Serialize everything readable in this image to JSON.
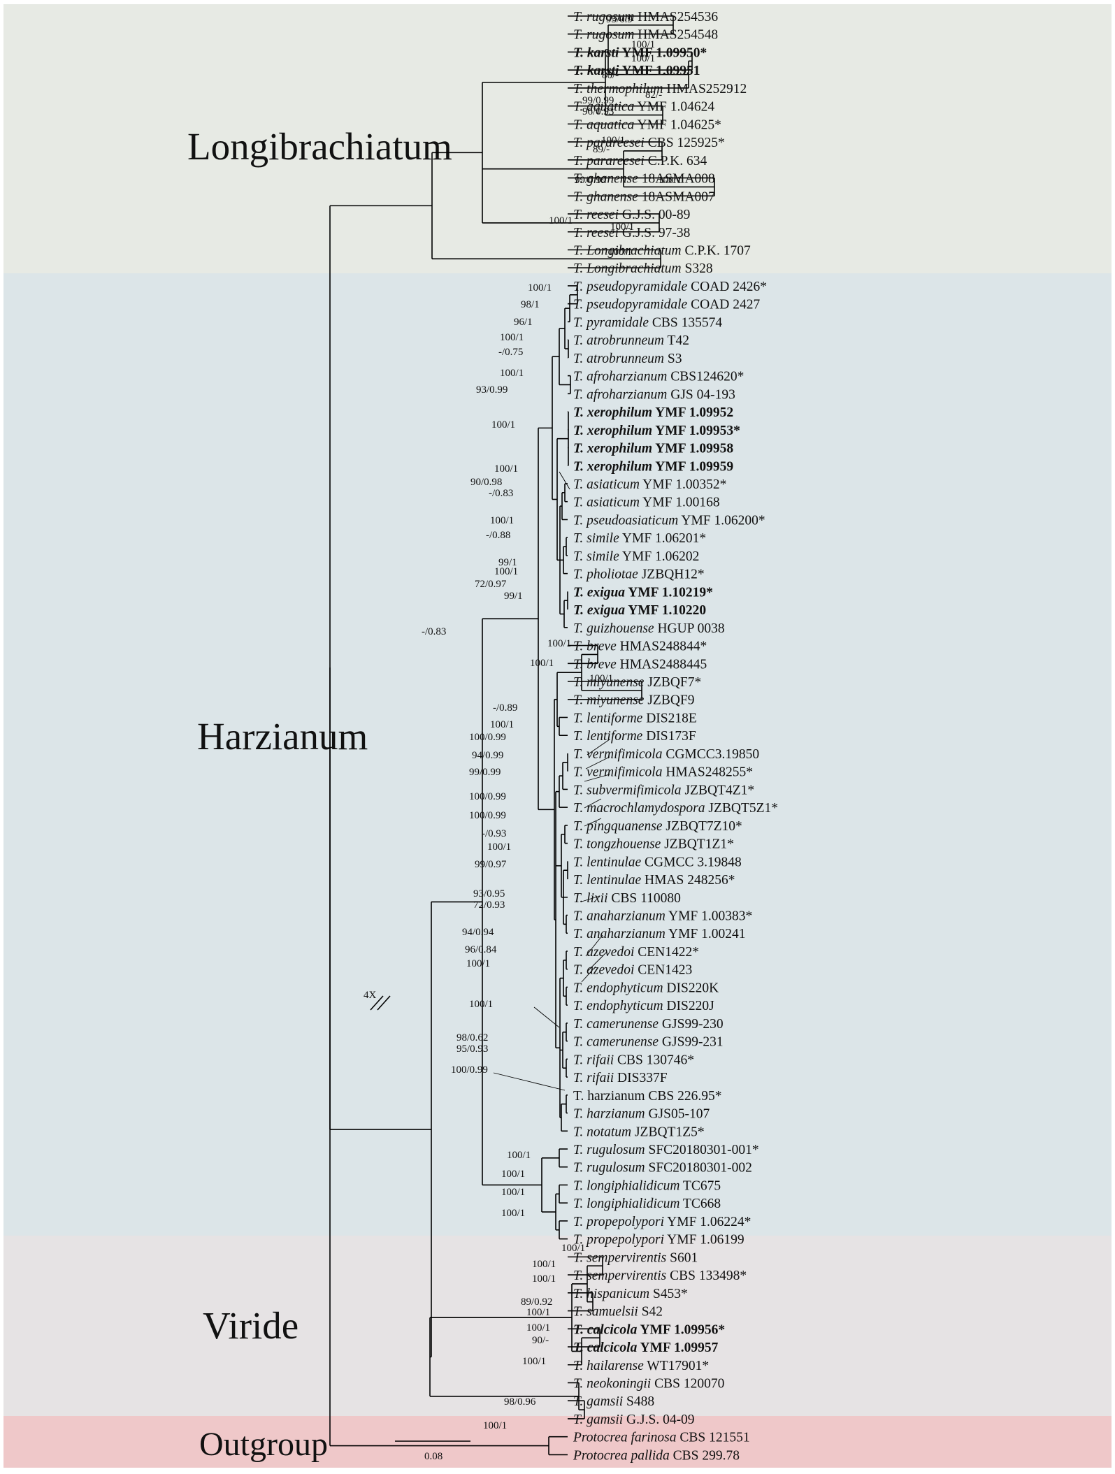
{
  "colors": {
    "background": "#ffffff",
    "longibrachiatum": "#e7eae4",
    "harzianum": "#dce5e8",
    "viride": "#e6e3e4",
    "outgroup": "#efc8c9"
  },
  "clades": [
    {
      "key": "longibrachiatum",
      "label": "Longibrachiatum"
    },
    {
      "key": "harzianum",
      "label": "Harzianum"
    },
    {
      "key": "viride",
      "label": "Viride"
    },
    {
      "key": "outgroup",
      "label": "Outgroup"
    }
  ],
  "taxa": [
    {
      "genus": "T.",
      "species": "rugosum",
      "strain": "HMAS254536",
      "bold": false
    },
    {
      "genus": "T.",
      "species": "rugosum",
      "strain": "HMAS254548",
      "bold": false
    },
    {
      "genus": "T.",
      "species": "karsti",
      "strain": "YMF 1.09950*",
      "bold": true
    },
    {
      "genus": "T.",
      "species": "karsti",
      "strain": "YMF 1.09951",
      "bold": true
    },
    {
      "genus": "T.",
      "species": "thermophilum",
      "strain": "HMAS252912",
      "bold": false
    },
    {
      "genus": "T.",
      "species": "aquatica",
      "strain": "YMF 1.04624",
      "bold": false
    },
    {
      "genus": "T.",
      "species": "aquatica",
      "strain": "YMF 1.04625*",
      "bold": false
    },
    {
      "genus": "T.",
      "species": "parareesei",
      "strain": "CBS 125925*",
      "bold": false
    },
    {
      "genus": "T.",
      "species": "parareesei",
      "strain": "C.P.K. 634",
      "bold": false
    },
    {
      "genus": "T.",
      "species": "ghanense",
      "strain": "18ASMA008",
      "bold": false
    },
    {
      "genus": "T.",
      "species": "ghanense",
      "strain": "18ASMA007",
      "bold": false
    },
    {
      "genus": "T.",
      "species": "reesei",
      "strain": "G.J.S. 00-89",
      "bold": false
    },
    {
      "genus": "T.",
      "species": "reesei",
      "strain": "G.J.S. 97-38",
      "bold": false
    },
    {
      "genus": "T.",
      "species": "Longibrachiatum",
      "strain": "C.P.K. 1707",
      "bold": false
    },
    {
      "genus": "T.",
      "species": "Longibrachiatum",
      "strain": "S328",
      "bold": false
    },
    {
      "genus": "T.",
      "species": "pseudopyramidale",
      "strain": "COAD 2426*",
      "bold": false
    },
    {
      "genus": "T.",
      "species": "pseudopyramidale",
      "strain": "COAD 2427",
      "bold": false
    },
    {
      "genus": "T.",
      "species": "pyramidale",
      "strain": "CBS 135574",
      "bold": false
    },
    {
      "genus": "T.",
      "species": "atrobrunneum",
      "strain": "T42",
      "bold": false
    },
    {
      "genus": "T.",
      "species": "atrobrunneum",
      "strain": "S3",
      "bold": false
    },
    {
      "genus": "T.",
      "species": "afroharzianum",
      "strain": "CBS124620*",
      "bold": false
    },
    {
      "genus": "T.",
      "species": "afroharzianum",
      "strain": "GJS 04-193",
      "bold": false
    },
    {
      "genus": "T.",
      "species": "xerophilum",
      "strain": "YMF 1.09952",
      "bold": true
    },
    {
      "genus": "T.",
      "species": "xerophilum",
      "strain": "YMF 1.09953*",
      "bold": true
    },
    {
      "genus": "T.",
      "species": "xerophilum",
      "strain": "YMF 1.09958",
      "bold": true
    },
    {
      "genus": "T.",
      "species": "xerophilum",
      "strain": "YMF 1.09959",
      "bold": true
    },
    {
      "genus": "T.",
      "species": "asiaticum",
      "strain": "YMF 1.00352*",
      "bold": false
    },
    {
      "genus": "T.",
      "species": "asiaticum",
      "strain": "YMF 1.00168",
      "bold": false
    },
    {
      "genus": "T.",
      "species": "pseudoasiaticum",
      "strain": "YMF 1.06200*",
      "bold": false
    },
    {
      "genus": "T.",
      "species": "simile",
      "strain": "YMF 1.06201*",
      "bold": false
    },
    {
      "genus": "T.",
      "species": "simile",
      "strain": "YMF 1.06202",
      "bold": false
    },
    {
      "genus": "T.",
      "species": "pholiotae",
      "strain": "JZBQH12*",
      "bold": false
    },
    {
      "genus": "T.",
      "species": "exigua",
      "strain": "YMF 1.10219*",
      "bold": true
    },
    {
      "genus": "T.",
      "species": "exigua",
      "strain": "YMF 1.10220",
      "bold": true
    },
    {
      "genus": "T.",
      "species": "guizhouense",
      "strain": "HGUP 0038",
      "bold": false
    },
    {
      "genus": "T.",
      "species": "breve",
      "strain": "HMAS248844*",
      "bold": false
    },
    {
      "genus": "T.",
      "species": "breve",
      "strain": "HMAS2488445",
      "bold": false
    },
    {
      "genus": "T.",
      "species": "miyunense",
      "strain": "JZBQF7*",
      "bold": false
    },
    {
      "genus": "T.",
      "species": "miyunense",
      "strain": "JZBQF9",
      "bold": false
    },
    {
      "genus": "T.",
      "species": "lentiforme",
      "strain": "DIS218E",
      "bold": false
    },
    {
      "genus": "T.",
      "species": "lentiforme",
      "strain": "DIS173F",
      "bold": false
    },
    {
      "genus": "T.",
      "species": "vermifimicola",
      "strain": "CGMCC3.19850",
      "bold": false
    },
    {
      "genus": "T.",
      "species": "vermifimicola",
      "strain": "HMAS248255*",
      "bold": false
    },
    {
      "genus": "T.",
      "species": "subvermifimicola",
      "strain": "JZBQT4Z1*",
      "bold": false
    },
    {
      "genus": "T.",
      "species": "macrochlamydospora",
      "strain": "JZBQT5Z1*",
      "bold": false
    },
    {
      "genus": "T.",
      "species": "pingquanense",
      "strain": "JZBQT7Z10*",
      "bold": false
    },
    {
      "genus": "T.",
      "species": "tongzhouense",
      "strain": "JZBQT1Z1*",
      "bold": false
    },
    {
      "genus": "T.",
      "species": "lentinulae",
      "strain": "CGMCC 3.19848",
      "bold": false
    },
    {
      "genus": "T.",
      "species": "lentinulae",
      "strain": "HMAS 248256*",
      "bold": false
    },
    {
      "genus": "T.",
      "species": "lixii",
      "strain": "CBS 110080",
      "bold": false
    },
    {
      "genus": "T.",
      "species": "anaharzianum",
      "strain": "YMF 1.00383*",
      "bold": false
    },
    {
      "genus": "T.",
      "species": "anaharzianum",
      "strain": "YMF 1.00241",
      "bold": false
    },
    {
      "genus": "T.",
      "species": "azevedoi",
      "strain": "CEN1422*",
      "bold": false
    },
    {
      "genus": "T.",
      "species": "azevedoi",
      "strain": "CEN1423",
      "bold": false
    },
    {
      "genus": "T.",
      "species": "endophyticum",
      "strain": "DIS220K",
      "bold": false
    },
    {
      "genus": "T.",
      "species": "endophyticum",
      "strain": "DIS220J",
      "bold": false
    },
    {
      "genus": "T.",
      "species": "camerunense",
      "strain": "GJS99-230",
      "bold": false
    },
    {
      "genus": "T.",
      "species": "camerunense",
      "strain": "GJS99-231",
      "bold": false
    },
    {
      "genus": "T.",
      "species": "rifaii",
      "strain": "CBS 130746*",
      "bold": false
    },
    {
      "genus": "T.",
      "species": "rifaii",
      "strain": "DIS337F",
      "bold": false
    },
    {
      "genus": "T.",
      "species": "harzianum",
      "strain": "CBS 226.95*",
      "bold": false,
      "upright": true
    },
    {
      "genus": "T.",
      "species": "harzianum",
      "strain": "GJS05-107",
      "bold": false
    },
    {
      "genus": "T.",
      "species": "notatum",
      "strain": "JZBQT1Z5*",
      "bold": false
    },
    {
      "genus": "T.",
      "species": "rugulosum",
      "strain": "SFC20180301-001*",
      "bold": false
    },
    {
      "genus": "T.",
      "species": "rugulosum",
      "strain": "SFC20180301-002",
      "bold": false
    },
    {
      "genus": "T.",
      "species": "longiphialidicum",
      "strain": "TC675",
      "bold": false
    },
    {
      "genus": "T.",
      "species": "longiphialidicum",
      "strain": "TC668",
      "bold": false
    },
    {
      "genus": "T.",
      "species": "propepolypori",
      "strain": "YMF 1.06224*",
      "bold": false
    },
    {
      "genus": "T.",
      "species": "propepolypori",
      "strain": "YMF 1.06199",
      "bold": false
    },
    {
      "genus": "T.",
      "species": "sempervirentis",
      "strain": "S601",
      "bold": false
    },
    {
      "genus": "T.",
      "species": "sempervirentis",
      "strain": "CBS 133498*",
      "bold": false
    },
    {
      "genus": "T.",
      "species": "hispanicum",
      "strain": "S453*",
      "bold": false
    },
    {
      "genus": "T.",
      "species": "samuelsii",
      "strain": "S42",
      "bold": false
    },
    {
      "genus": "T.",
      "species": "calcicola",
      "strain": "YMF 1.09956*",
      "bold": true
    },
    {
      "genus": "T.",
      "species": "calcicola",
      "strain": "YMF 1.09957",
      "bold": true
    },
    {
      "genus": "T.",
      "species": "hailarense",
      "strain": "WT17901*",
      "bold": false
    },
    {
      "genus": "T.",
      "species": "neokoningii",
      "strain": "CBS 120070",
      "bold": false
    },
    {
      "genus": "T.",
      "species": "gamsii",
      "strain": "S488",
      "bold": false
    },
    {
      "genus": "T.",
      "species": "gamsii",
      "strain": "G.J.S. 04-09",
      "bold": false
    },
    {
      "genus": "",
      "species": "Protocrea farinosa",
      "strain": "CBS 121551",
      "bold": false
    },
    {
      "genus": "",
      "species": "Protocrea pallida",
      "strain": "CBS 299.78",
      "bold": false
    }
  ],
  "supports": [
    "95/0.9",
    "100/1",
    "100/1",
    "82/-",
    "80/-",
    "99/0.99",
    "96/0.93",
    "100/1",
    "89/-",
    "99/0.99",
    "100/1",
    "100/1",
    "100/1",
    "100/1",
    "100/1",
    "98/1",
    "96/1",
    "100/1",
    "-/0.75",
    "100/1",
    "93/0.99",
    "100/1",
    "100/1",
    "90/0.98",
    "-/0.83",
    "100/1",
    "-/0.88",
    "99/1",
    "100/1",
    "72/0.97",
    "99/1",
    "-/0.83",
    "100/1",
    "100/1",
    "100/1",
    "-/0.89",
    "100/1",
    "100/0.99",
    "94/0.99",
    "99/0.99",
    "100/0.99",
    "100/0.99",
    "-/0.93",
    "100/1",
    "99/0.97",
    "93/0.95",
    "72/0.93",
    "94/0.94",
    "96/0.84",
    "100/1",
    "100/1",
    "98/0.62",
    "95/0.93",
    "100/0.99",
    "100/1",
    "100/1",
    "100/1",
    "100/1",
    "100/1",
    "100/1",
    "100/1",
    "89/0.92",
    "100/1",
    "100/1",
    "90/-",
    "100/1",
    "98/0.96",
    "100/1",
    "100/1"
  ],
  "break_label": "4X",
  "scale_bar": {
    "label": "0.08",
    "value": 0.08
  }
}
